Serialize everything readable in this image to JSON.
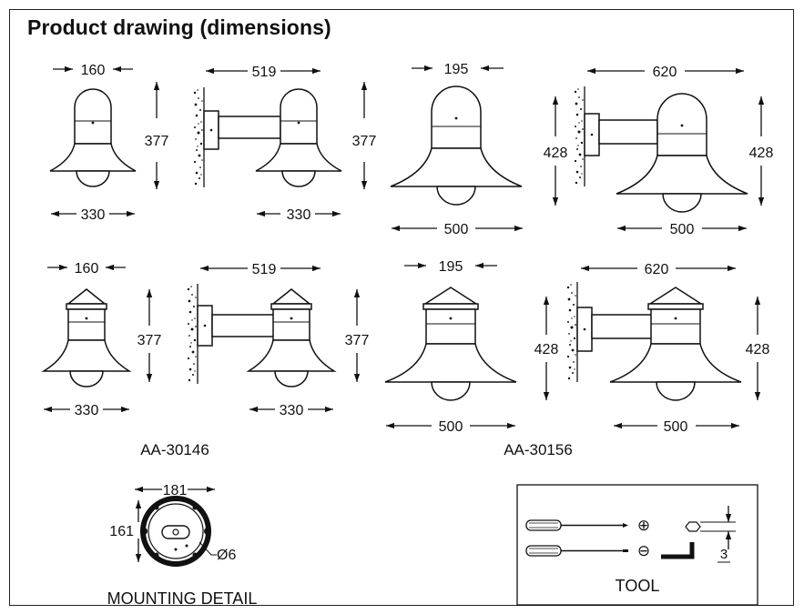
{
  "title": "Product drawing (dimensions)",
  "models": [
    {
      "label": "AA-30146",
      "top_width": "160",
      "arm_length": "519",
      "height": "377",
      "shade_width": "330"
    },
    {
      "label": "AA-30156",
      "top_width": "195",
      "arm_length": "620",
      "height": "428",
      "shade_width": "500"
    }
  ],
  "mounting": {
    "label": "MOUNTING DETAIL",
    "width": "181",
    "height": "161",
    "hole": "Ø6"
  },
  "tool": {
    "label": "TOOL",
    "phillips_symbol": "⊕",
    "flat_symbol": "⊖",
    "hex_size": "3"
  }
}
